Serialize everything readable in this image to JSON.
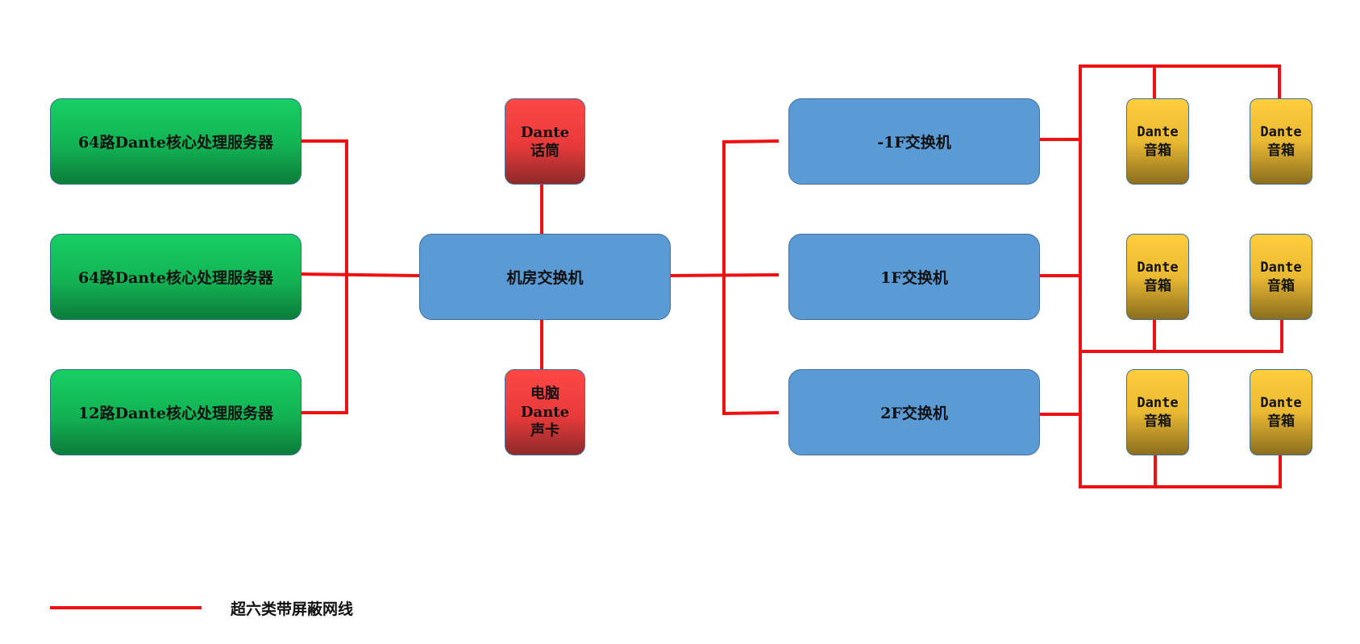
{
  "servers": [
    {
      "label": "64路Dante核心处理服务器"
    },
    {
      "label": "64路Dante核心处理服务器"
    },
    {
      "label": "12路Dante核心处理服务器"
    }
  ],
  "mic": {
    "label": "Dante\n话筒"
  },
  "pc_soundcard": {
    "label": "电脑\nDante\n声卡"
  },
  "core_switch": {
    "label": "机房交换机"
  },
  "floor_switches": [
    {
      "label": "-1F交换机"
    },
    {
      "label": "1F交换机"
    },
    {
      "label": "2F交换机"
    }
  ],
  "speakers": [
    {
      "label": "Dante音箱"
    },
    {
      "label": "Dante音箱"
    },
    {
      "label": "Dante音箱"
    },
    {
      "label": "Dante音箱"
    },
    {
      "label": "Dante音箱"
    },
    {
      "label": "Dante音箱"
    }
  ],
  "legend": {
    "label": "超六类带屏蔽网线",
    "line_color": "#ee1111"
  }
}
